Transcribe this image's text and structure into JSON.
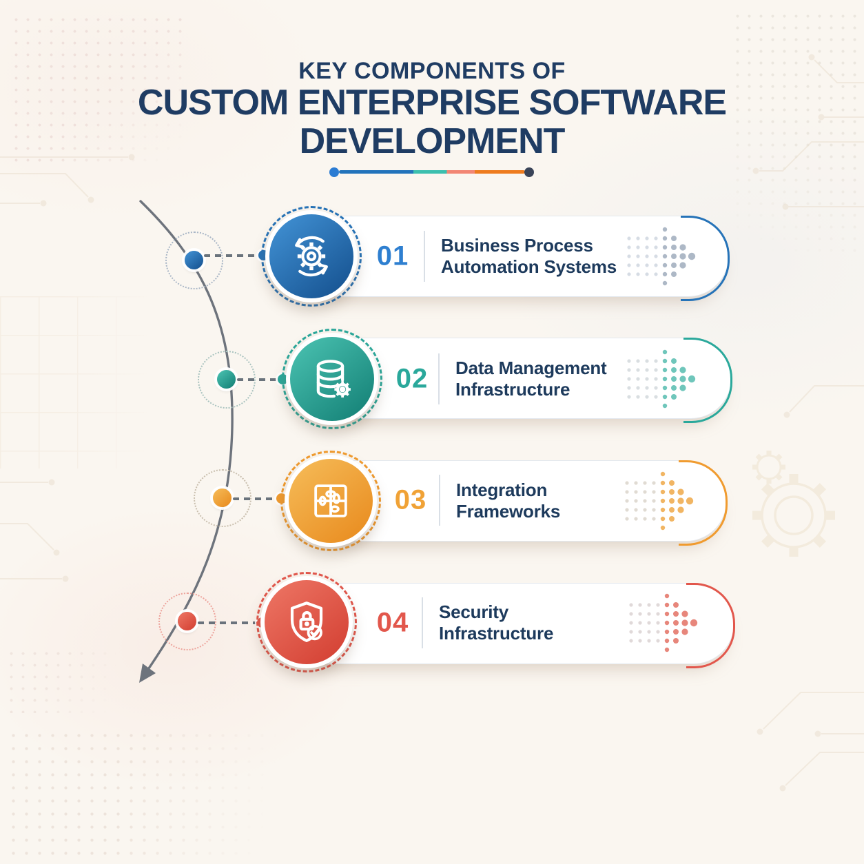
{
  "header": {
    "kicker": "KEY COMPONENTS OF",
    "title_line1": "CUSTOM ENTERPRISE SOFTWARE",
    "title_line2": "DEVELOPMENT",
    "title_color": "#1f3c63"
  },
  "divider": {
    "segment_colors": [
      "#2273bb",
      "#3cbfae",
      "#f28674",
      "#ee7b1e"
    ],
    "left_dot_color": "#2b7cd3",
    "right_dot_color": "#3a4458"
  },
  "items": [
    {
      "number": "01",
      "title": "Business Process Automation Systems",
      "icon": "process-automation-sync-gear-icon",
      "accent": "#2673b8",
      "number_color": "#2e7fd0",
      "gradient_start": "#4394d7",
      "gradient_end": "#134e8c",
      "ring_color": "#a9b6c6",
      "arrow_body": "#ccd3dd",
      "arrow_tip": "#a4b0c0"
    },
    {
      "number": "02",
      "title": "Data Management Infrastructure",
      "icon": "database-gear-icon",
      "accent": "#2aa89b",
      "number_color": "#2aa89b",
      "gradient_start": "#4cc4b3",
      "gradient_end": "#117d73",
      "ring_color": "#a9c3bf",
      "arrow_body": "#cfd6da",
      "arrow_tip": "#5fc0b4"
    },
    {
      "number": "03",
      "title": "Integration Frameworks",
      "icon": "puzzle-integration-icon",
      "accent": "#f09b2f",
      "number_color": "#f0a236",
      "gradient_start": "#f6bd5a",
      "gradient_end": "#e8891c",
      "ring_color": "#c9bfae",
      "arrow_body": "#d8d2c8",
      "arrow_tip": "#f0ad52"
    },
    {
      "number": "04",
      "title": "Security Infrastructure",
      "icon": "shield-lock-check-icon",
      "accent": "#e2574c",
      "number_color": "#e2574c",
      "gradient_start": "#ee7766",
      "gradient_end": "#d23d30",
      "ring_color": "#eda39b",
      "arrow_body": "#d8cfd0",
      "arrow_tip": "#e4796d"
    }
  ],
  "timeline": {
    "curve_color": "#6d737c",
    "connector_color": "#515c68"
  },
  "card": {
    "title_color": "#1d3a5c",
    "background": "#ffffff"
  },
  "background_color": "#faf6f0"
}
